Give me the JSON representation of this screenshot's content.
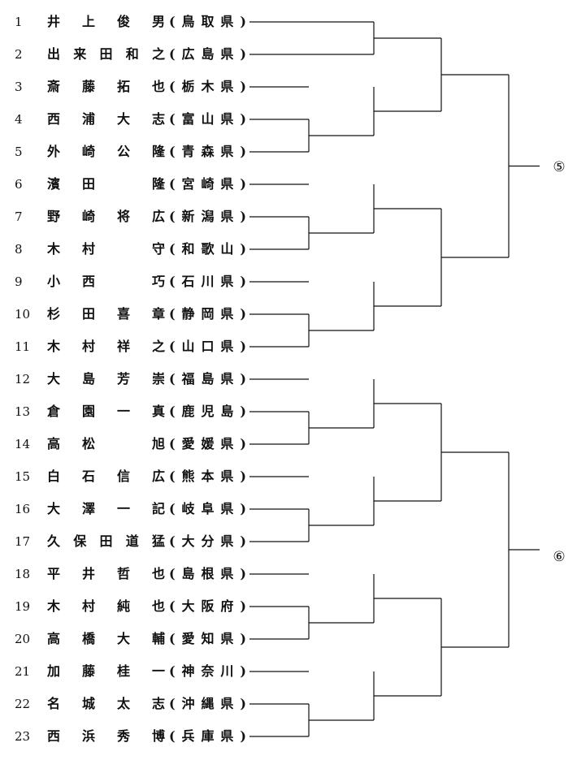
{
  "entries": [
    {
      "no": "1",
      "name": "井上俊男",
      "pref": "(鳥取県)"
    },
    {
      "no": "2",
      "name": "出来田和之",
      "pref": "(広島県)"
    },
    {
      "no": "3",
      "name": "斎藤拓也",
      "pref": "(栃木県)"
    },
    {
      "no": "4",
      "name": "西浦大志",
      "pref": "(富山県)"
    },
    {
      "no": "5",
      "name": "外崎公隆",
      "pref": "(青森県)"
    },
    {
      "no": "6",
      "name": "濱田　隆",
      "pref": "(宮崎県)"
    },
    {
      "no": "7",
      "name": "野崎将広",
      "pref": "(新潟県)"
    },
    {
      "no": "8",
      "name": "木村　守",
      "pref": "(和歌山)"
    },
    {
      "no": "9",
      "name": "小西　巧",
      "pref": "(石川県)"
    },
    {
      "no": "10",
      "name": "杉田喜章",
      "pref": "(静岡県)"
    },
    {
      "no": "11",
      "name": "木村祥之",
      "pref": "(山口県)"
    },
    {
      "no": "12",
      "name": "大島芳崇",
      "pref": "(福島県)"
    },
    {
      "no": "13",
      "name": "倉園一真",
      "pref": "(鹿児島)"
    },
    {
      "no": "14",
      "name": "高松　旭",
      "pref": "(愛媛県)"
    },
    {
      "no": "15",
      "name": "白石信広",
      "pref": "(熊本県)"
    },
    {
      "no": "16",
      "name": "大澤一記",
      "pref": "(岐阜県)"
    },
    {
      "no": "17",
      "name": "久保田道猛",
      "pref": "(大分県)"
    },
    {
      "no": "18",
      "name": "平井哲也",
      "pref": "(島根県)"
    },
    {
      "no": "19",
      "name": "木村純也",
      "pref": "(大阪府)"
    },
    {
      "no": "20",
      "name": "高橋大輔",
      "pref": "(愛知県)"
    },
    {
      "no": "21",
      "name": "加藤桂一",
      "pref": "(神奈川)"
    },
    {
      "no": "22",
      "name": "名城太志",
      "pref": "(沖縄県)"
    },
    {
      "no": "23",
      "name": "西浜秀博",
      "pref": "(兵庫県)"
    }
  ],
  "results": {
    "top": "⑤",
    "bottom": "⑥"
  }
}
